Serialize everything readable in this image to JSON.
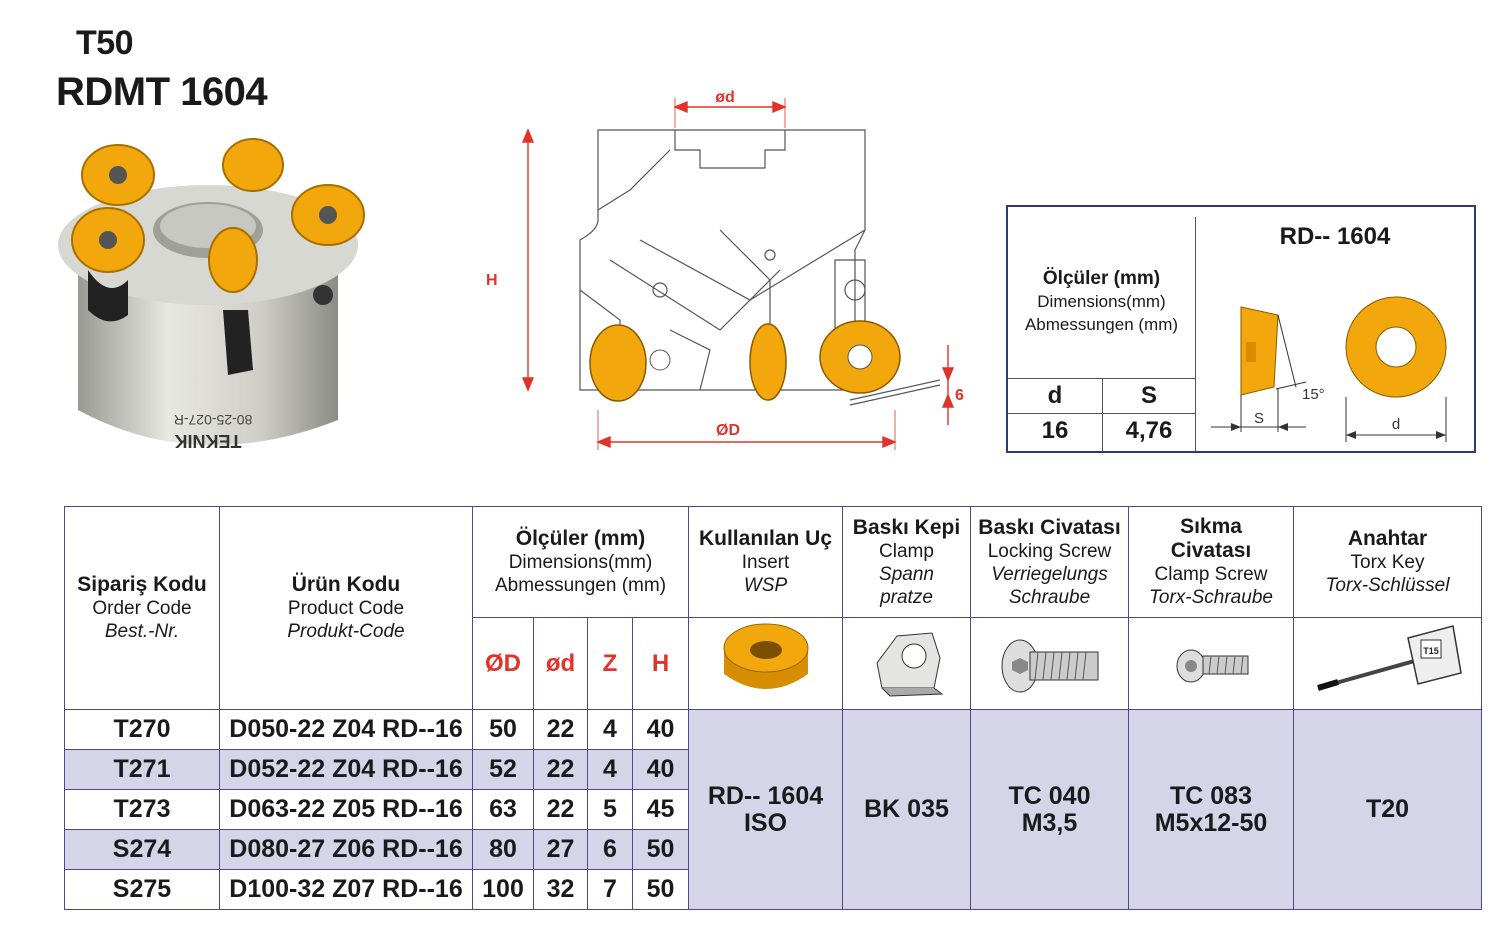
{
  "title": {
    "series": "T50",
    "insert": "RDMT 1604"
  },
  "photo": {
    "engraving": "80-25-027-R",
    "brand": "TEKNIK"
  },
  "drawing": {
    "label_d": "ød",
    "label_H": "H",
    "label_D": "ØD",
    "label_6": "6"
  },
  "spec": {
    "dim_title": "Ölçüler (mm)",
    "dim_en": "Dimensions(mm)",
    "dim_de": "Abmessungen (mm)",
    "col_d": "d",
    "col_s": "S",
    "val_d": "16",
    "val_s": "4,76",
    "insert_title": "RD-- 1604",
    "angle": "15°",
    "lbl_s": "S",
    "lbl_d": "d"
  },
  "table": {
    "headers": {
      "order": {
        "tr": "Sipariş Kodu",
        "en": "Order Code",
        "de": "Best.-Nr."
      },
      "product": {
        "tr": "Ürün Kodu",
        "en": "Product Code",
        "de": "Produkt-Code"
      },
      "dims": {
        "tr": "Ölçüler (mm)",
        "en": "Dimensions(mm)",
        "de": "Abmessungen (mm)"
      },
      "insert": {
        "tr": "Kullanılan Uç",
        "en": "Insert",
        "de": "WSP"
      },
      "clamp": {
        "tr": "Baskı Kepi",
        "en": "Clamp",
        "de1": "Spann",
        "de2": "pratze"
      },
      "locking": {
        "tr": "Baskı Civatası",
        "en": "Locking Screw",
        "de1": "Verriegelungs",
        "de2": "Schraube"
      },
      "clampscrew": {
        "tr1": "Sıkma",
        "tr2": "Civatası",
        "en": "Clamp Screw",
        "de": "Torx-Schraube"
      },
      "key": {
        "tr": "Anahtar",
        "en": "Torx Key",
        "de": "Torx-Schlüssel"
      }
    },
    "dim_cols": [
      "ØD",
      "ød",
      "Z",
      "H"
    ],
    "rows": [
      {
        "order": "T270",
        "product": "D050-22 Z04 RD--16",
        "D": "50",
        "d": "22",
        "Z": "4",
        "H": "40"
      },
      {
        "order": "T271",
        "product": "D052-22 Z04 RD--16",
        "D": "52",
        "d": "22",
        "Z": "4",
        "H": "40"
      },
      {
        "order": "T273",
        "product": "D063-22 Z05 RD--16",
        "D": "63",
        "d": "22",
        "Z": "5",
        "H": "45"
      },
      {
        "order": "S274",
        "product": "D080-27 Z06 RD--16",
        "D": "80",
        "d": "27",
        "Z": "6",
        "H": "50"
      },
      {
        "order": "S275",
        "product": "D100-32 Z07 RD--16",
        "D": "100",
        "d": "32",
        "Z": "7",
        "H": "50"
      }
    ],
    "accessories": {
      "insert1": "RD-- 1604",
      "insert2": "ISO",
      "clamp": "BK 035",
      "locking1": "TC 040",
      "locking2": "M3,5",
      "clampscrew1": "TC 083",
      "clampscrew2": "M5x12-50",
      "key": "T20"
    },
    "key_label": "T15"
  },
  "colors": {
    "insert_gold": "#f2a80c",
    "lavender": "#d5d4e8",
    "border": "#4a4a8c",
    "dim_red": "#e0332a"
  }
}
